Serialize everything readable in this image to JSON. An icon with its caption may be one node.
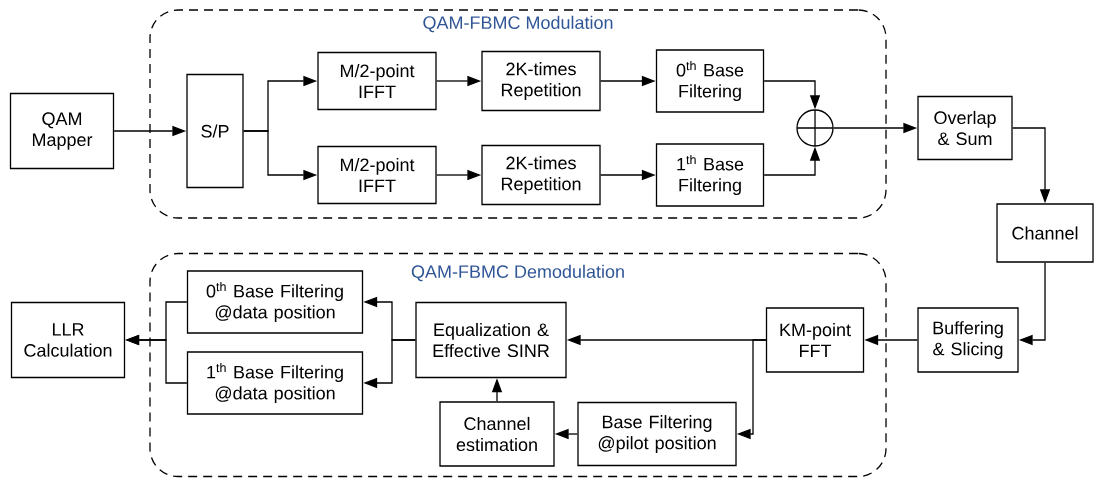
{
  "diagram": {
    "nodes": [
      {
        "text": [
          "QAM Mapper"
        ]
      },
      {
        "text": [
          "QAM-FBMC Modulation"
        ]
      },
      {
        "text": [
          "S/P"
        ],
        "in": 1
      },
      {
        "text": [
          "M/2-point IFFT"
        ],
        "in": 1
      },
      {
        "text": [
          "2K-times Repetition"
        ],
        "in": 1
      },
      {
        "text": [
          "0$^{th}$ Base Filtering"
        ],
        "in": 1
      },
      {
        "text": [
          "M/2-point IFFT"
        ],
        "in": 1
      },
      {
        "text": [
          "2K-times Repetition"
        ],
        "in": 1
      },
      {
        "text": [
          "1$^{th}$ Base Filtering"
        ],
        "in": 1
      },
      {
        "text": [],
        "shape": "circle",
        "in": 1
      },
      {
        "text": [
          "Overlap & Sum"
        ]
      },
      {
        "text": [
          "Channel"
        ]
      },
      {
        "text": [
          "QAM-FBMC Demodulation"
        ]
      },
      {
        "text": [
          "LLR Calculation"
        ]
      },
      {
        "text": [
          "0$^{th}$ Base Filtering @data position"
        ],
        "in": 12
      },
      {
        "text": [
          "1$^{th}$ Base Filtering @data position"
        ],
        "in": 12
      },
      {
        "text": [
          "Equalization & Effective SINR"
        ],
        "in": 12
      },
      {
        "text": [
          "KM-point FFT"
        ],
        "in": 12
      },
      {
        "text": [
          "Channel estimation"
        ],
        "in": 12
      },
      {
        "text": [
          "Base Filtering @pilot position"
        ],
        "in": 12
      },
      {
        "text": [
          "Buffering & Slicing"
        ]
      }
    ],
    "edges": [
      {
        "from": 0,
        "to": 2,
        "arrow": "to"
      },
      {
        "from": 2,
        "to": 3,
        "arrow": "to"
      },
      {
        "from": 2,
        "to": 6,
        "arrow": "to"
      },
      {
        "from": 3,
        "to": 4,
        "arrow": "to"
      },
      {
        "from": 4,
        "to": 5,
        "arrow": "to"
      },
      {
        "from": 6,
        "to": 7,
        "arrow": "to"
      },
      {
        "from": 7,
        "to": 8,
        "arrow": "to"
      },
      {
        "from": 5,
        "to": 9,
        "arrow": "to"
      },
      {
        "from": 8,
        "to": 9,
        "arrow": "to"
      },
      {
        "from": 9,
        "to": 10,
        "arrow": "to"
      },
      {
        "from": 10,
        "to": 11,
        "arrow": "to"
      },
      {
        "from": 11,
        "to": 20,
        "arrow": "to"
      },
      {
        "from": 20,
        "to": 17,
        "arrow": "to"
      },
      {
        "from": 17,
        "to": 16,
        "arrow": "to"
      },
      {
        "from": 17,
        "to": 19,
        "arrow": "to"
      },
      {
        "from": 19,
        "to": 18,
        "arrow": "to"
      },
      {
        "from": 18,
        "to": 16,
        "arrow": "to"
      },
      {
        "from": 16,
        "to": 14,
        "arrow": "to"
      },
      {
        "from": 16,
        "to": 15,
        "arrow": "to"
      },
      {
        "from": 14,
        "to": 13,
        "arrow": "to"
      },
      {
        "from": 15,
        "to": 13,
        "arrow": "to"
      }
    ]
  }
}
